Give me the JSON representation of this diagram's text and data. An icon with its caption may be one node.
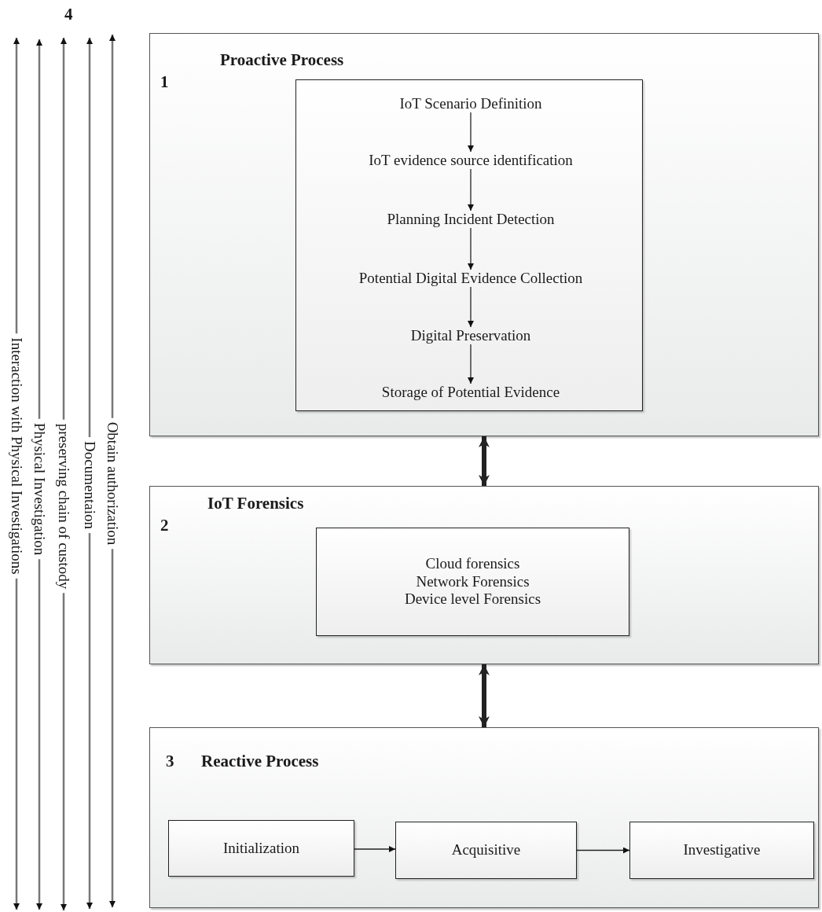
{
  "diagram": {
    "nodes": [
      {
        "text": [
          "Proactive Process",
          "1"
        ]
      },
      {
        "text": [],
        "shape": "box",
        "in": 0
      },
      {
        "text": [
          "IoT Scenario Definition"
        ],
        "in": 1
      },
      {
        "text": [
          "IoT evidence source identification"
        ],
        "in": 1
      },
      {
        "text": [
          "Planning Incident Detection"
        ],
        "in": 1
      },
      {
        "text": [
          "Potential Digital Evidence Collection"
        ],
        "in": 1
      },
      {
        "text": [
          "Digital Preservation"
        ],
        "in": 1
      },
      {
        "text": [
          "Storage of Potential Evidence"
        ],
        "in": 1
      },
      {
        "text": [
          "IoT Forensics",
          "2"
        ]
      },
      {
        "text": [
          "Cloud forensics",
          "Network Forensics",
          "Device level Forensics"
        ],
        "in": 8
      },
      {
        "text": [
          "3",
          "Reactive Process"
        ]
      },
      {
        "text": [
          "Initialization"
        ],
        "in": 10
      },
      {
        "text": [
          "Acquisitive"
        ],
        "in": 10
      },
      {
        "text": [
          "Investigative"
        ],
        "in": 10
      },
      {
        "text": [
          "Interaction with Physical Investigations"
        ]
      },
      {
        "text": [
          "Physical Investigation"
        ]
      },
      {
        "text": [
          "preserving chain of custody"
        ]
      },
      {
        "text": [
          "Documentaion"
        ]
      },
      {
        "text": [
          "Obtain authorization"
        ]
      }
    ],
    "edges": [
      {
        "from": 2,
        "to": 3,
        "arrow": "to"
      },
      {
        "from": 3,
        "to": 4,
        "arrow": "to"
      },
      {
        "from": 4,
        "to": 5,
        "arrow": "to"
      },
      {
        "from": 5,
        "to": 6,
        "arrow": "to"
      },
      {
        "from": 6,
        "to": 7,
        "arrow": "to"
      },
      {
        "from": 0,
        "to": 8,
        "arrow": "both",
        "style": "thick"
      },
      {
        "from": 8,
        "to": 10,
        "arrow": "both",
        "style": "thick"
      },
      {
        "from": 11,
        "to": 12,
        "arrow": "to"
      },
      {
        "from": 12,
        "to": 13,
        "arrow": "to"
      },
      {
        "from": 14,
        "to": null,
        "arrow": "to"
      },
      {
        "from": 14,
        "to": null,
        "arrow": "to"
      },
      {
        "from": 15,
        "to": null,
        "arrow": "to"
      },
      {
        "from": 15,
        "to": null,
        "arrow": "to"
      },
      {
        "from": 16,
        "to": null,
        "arrow": "to"
      },
      {
        "from": 16,
        "to": null,
        "arrow": "to"
      },
      {
        "from": 17,
        "to": null,
        "arrow": "to"
      },
      {
        "from": 17,
        "to": null,
        "arrow": "to"
      },
      {
        "from": 18,
        "to": null,
        "arrow": "to"
      },
      {
        "from": 18,
        "to": null,
        "arrow": "to"
      }
    ],
    "labels": [
      "4"
    ]
  }
}
